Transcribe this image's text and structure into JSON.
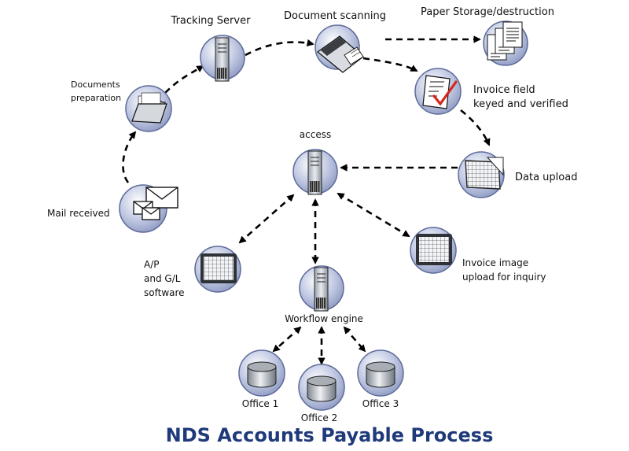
{
  "title": "NDS Accounts Payable Process",
  "colors": {
    "title": "#1f3a7a",
    "node_fill_light": "#eef1f9",
    "node_fill_dark": "#8e9ac2",
    "node_border": "#5d6b99",
    "arrow": "#000000"
  },
  "nodes": {
    "tracking_server": {
      "label": "Tracking Server",
      "icon": "server-icon"
    },
    "document_scanning": {
      "label": "Document scanning",
      "icon": "scanner-icon"
    },
    "paper_storage": {
      "label": "Paper Storage/destruction",
      "icon": "paper-stack-icon"
    },
    "invoice_field": {
      "label_1": "Invoice field",
      "label_2": "keyed and verified",
      "icon": "checked-form-icon"
    },
    "data_upload": {
      "label": "Data upload",
      "icon": "data-upload-icon"
    },
    "access": {
      "label": "access",
      "icon": "server-icon"
    },
    "documents_prep": {
      "label_1": "Documents",
      "label_2": "preparation",
      "icon": "folder-icon"
    },
    "mail_received": {
      "label": "Mail received",
      "icon": "envelope-icon"
    },
    "ap_gl": {
      "label_1": "A/P",
      "label_2": "and G/L",
      "label_3": "software",
      "icon": "monitor-grid-icon"
    },
    "invoice_image": {
      "label_1": "Invoice image",
      "label_2": "upload for inquiry",
      "icon": "monitor-grid-icon"
    },
    "workflow_engine": {
      "label": "Workflow engine",
      "icon": "server-icon"
    },
    "office_1": {
      "label": "Office 1",
      "icon": "database-icon"
    },
    "office_2": {
      "label": "Office 2",
      "icon": "database-icon"
    },
    "office_3": {
      "label": "Office 3",
      "icon": "database-icon"
    }
  }
}
